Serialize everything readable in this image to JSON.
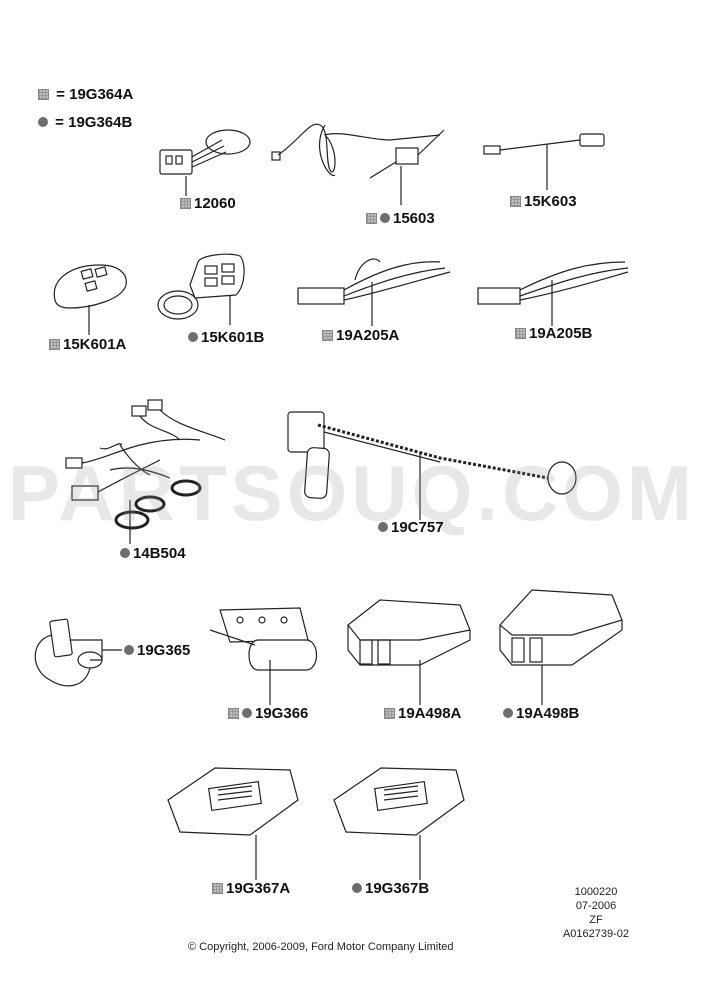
{
  "legend": [
    {
      "symbol": "square",
      "eq": "=",
      "code": "19G364A"
    },
    {
      "symbol": "dot",
      "eq": "=",
      "code": "19G364B"
    }
  ],
  "parts": [
    {
      "id": "12060",
      "symbols": [
        "square"
      ]
    },
    {
      "id": "15603",
      "symbols": [
        "square",
        "dot"
      ]
    },
    {
      "id": "15K603",
      "symbols": [
        "square"
      ]
    },
    {
      "id": "15K601A",
      "symbols": [
        "square"
      ]
    },
    {
      "id": "15K601B",
      "symbols": [
        "dot"
      ]
    },
    {
      "id": "19A205A",
      "symbols": [
        "square"
      ]
    },
    {
      "id": "19A205B",
      "symbols": [
        "square"
      ]
    },
    {
      "id": "14B504",
      "symbols": [
        "dot"
      ]
    },
    {
      "id": "19C757",
      "symbols": [
        "dot"
      ]
    },
    {
      "id": "19G365",
      "symbols": [
        "dot"
      ]
    },
    {
      "id": "19G366",
      "symbols": [
        "square",
        "dot"
      ]
    },
    {
      "id": "19A498A",
      "symbols": [
        "square"
      ]
    },
    {
      "id": "19A498B",
      "symbols": [
        "dot"
      ]
    },
    {
      "id": "19G367A",
      "symbols": [
        "square"
      ]
    },
    {
      "id": "19G367B",
      "symbols": [
        "dot"
      ]
    }
  ],
  "watermark": "PARTSOUQ.COM",
  "meta": {
    "line1": "1000220",
    "line2": "07-2006",
    "line3": "ZF",
    "line4": "A0162739-02"
  },
  "copyright": "© Copyright, 2006-2009, Ford Motor Company Limited"
}
